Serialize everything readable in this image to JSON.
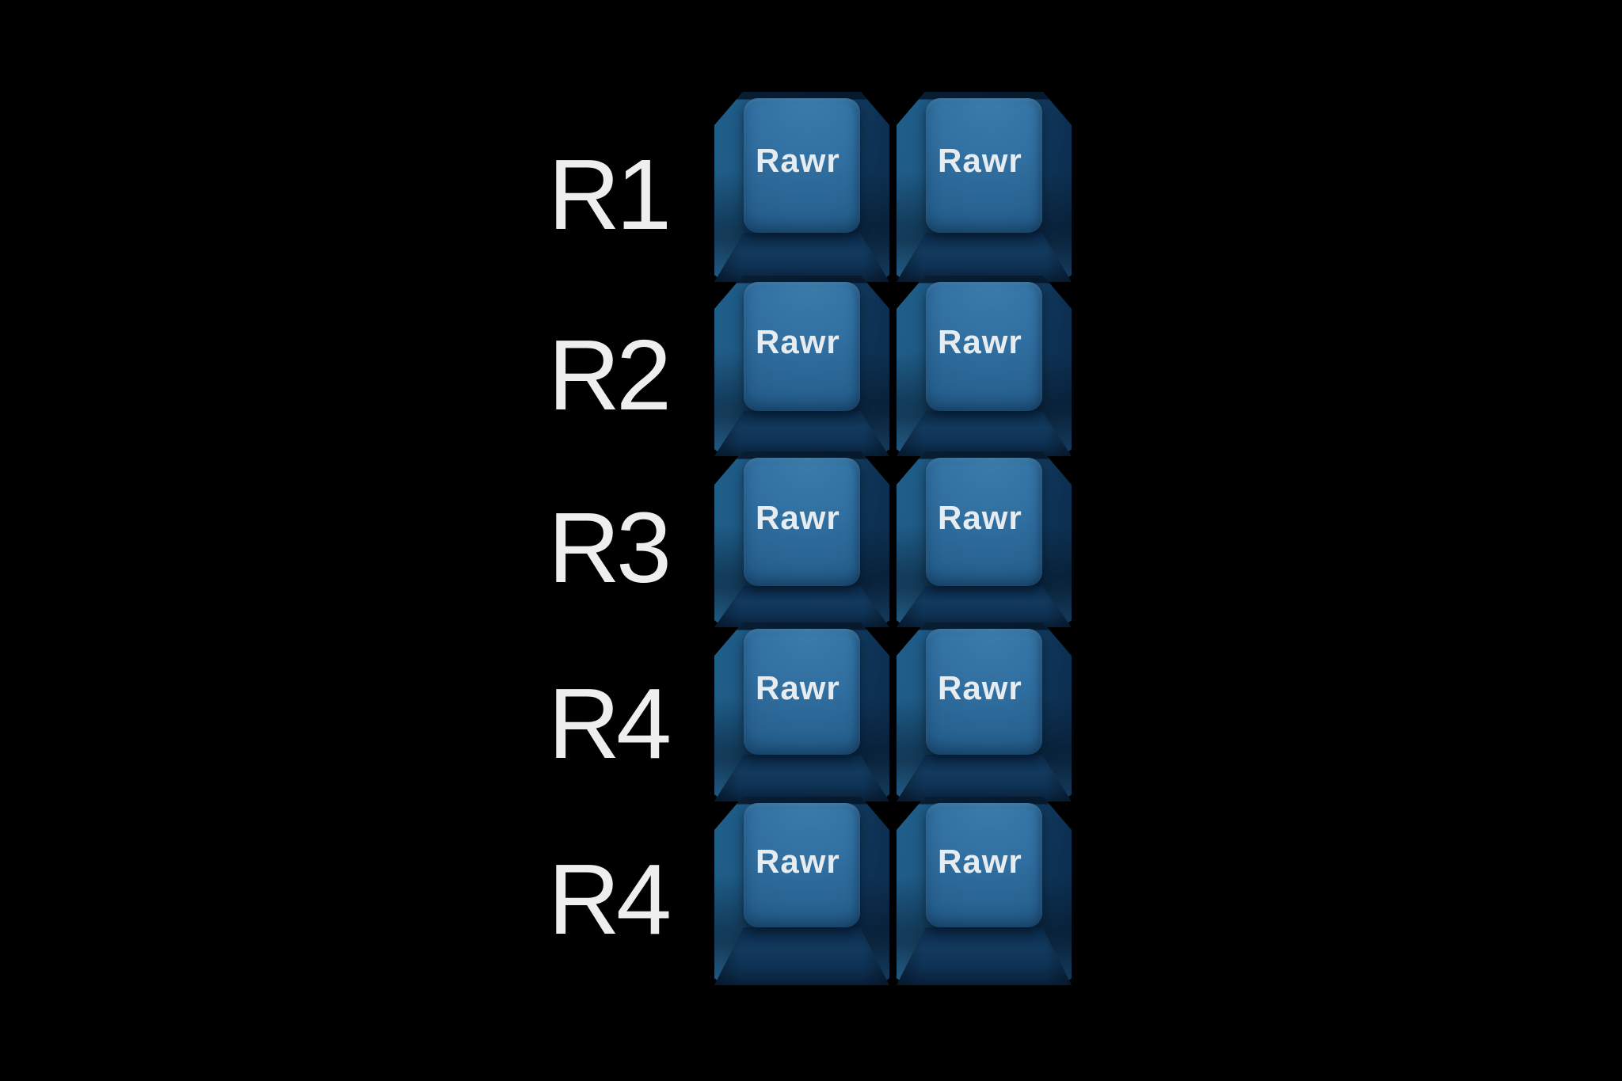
{
  "background_color": "#000000",
  "colors": {
    "background": "#000000",
    "label_text": "#eeeeee",
    "legend_text": "#e7ecf1",
    "keycap_top_face": "#2e6f9f",
    "keycap_side": "#1b527c",
    "keycap_deep_shadow": "#081d36"
  },
  "rows": [
    {
      "label": "R1",
      "keys": [
        "Rawr",
        "Rawr"
      ]
    },
    {
      "label": "R2",
      "keys": [
        "Rawr",
        "Rawr"
      ]
    },
    {
      "label": "R3",
      "keys": [
        "Rawr",
        "Rawr"
      ]
    },
    {
      "label": "R4",
      "keys": [
        "Rawr",
        "Rawr"
      ]
    },
    {
      "label": "R4",
      "keys": [
        "Rawr",
        "Rawr"
      ]
    }
  ]
}
